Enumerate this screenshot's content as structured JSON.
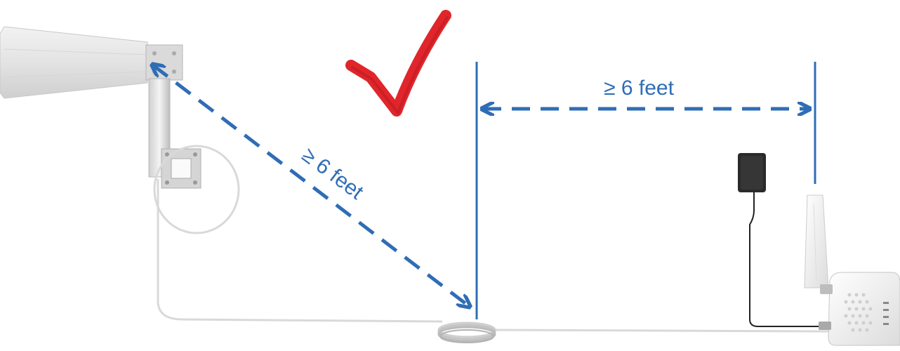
{
  "diagram": {
    "diagonal_distance_label": "≥ 6 feet",
    "horizontal_distance_label": "≥ 6 feet",
    "status_mark": "checkmark",
    "colors": {
      "dimension": "#2f6db5",
      "check": "#e0262b",
      "cable": "#d9d9d9",
      "device": "#eeeeee",
      "power": "#222222"
    }
  }
}
